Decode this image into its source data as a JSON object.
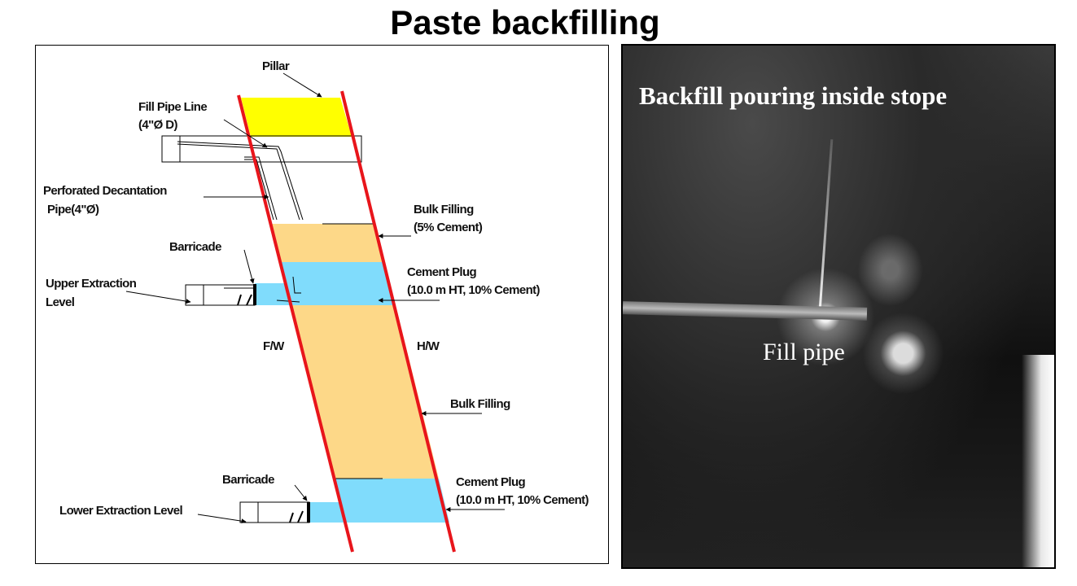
{
  "title": "Paste backfilling",
  "diagram": {
    "labels": {
      "pillar": "Pillar",
      "fill_pipe_line_1": "Fill Pipe Line",
      "fill_pipe_line_2": "(4\"Ø D)",
      "decant_1": "Perforated Decantation",
      "decant_2": "Pipe(4\"Ø)",
      "bulk5_1": "Bulk Filling",
      "bulk5_2": "(5% Cement)",
      "barricade_upper": "Barricade",
      "upper_level_1": "Upper Extraction",
      "upper_level_2": "Level",
      "plug_upper_1": "Cement Plug",
      "plug_upper_2": "(10.0 m HT, 10% Cement)",
      "fw": "F/W",
      "hw": "H/W",
      "bulk": "Bulk Filling",
      "barricade_lower": "Barricade",
      "lower_level": "Lower Extraction Level",
      "plug_lower_1": "Cement Plug",
      "plug_lower_2": "(10.0 m HT, 10% Cement)"
    },
    "colors": {
      "wall": "#e8151b",
      "pillar": "#ffff00",
      "bulk": "#fdd888",
      "plug": "#80dcfc"
    }
  },
  "photo": {
    "caption": "Backfill pouring inside stope",
    "pipe_label": "Fill pipe"
  }
}
